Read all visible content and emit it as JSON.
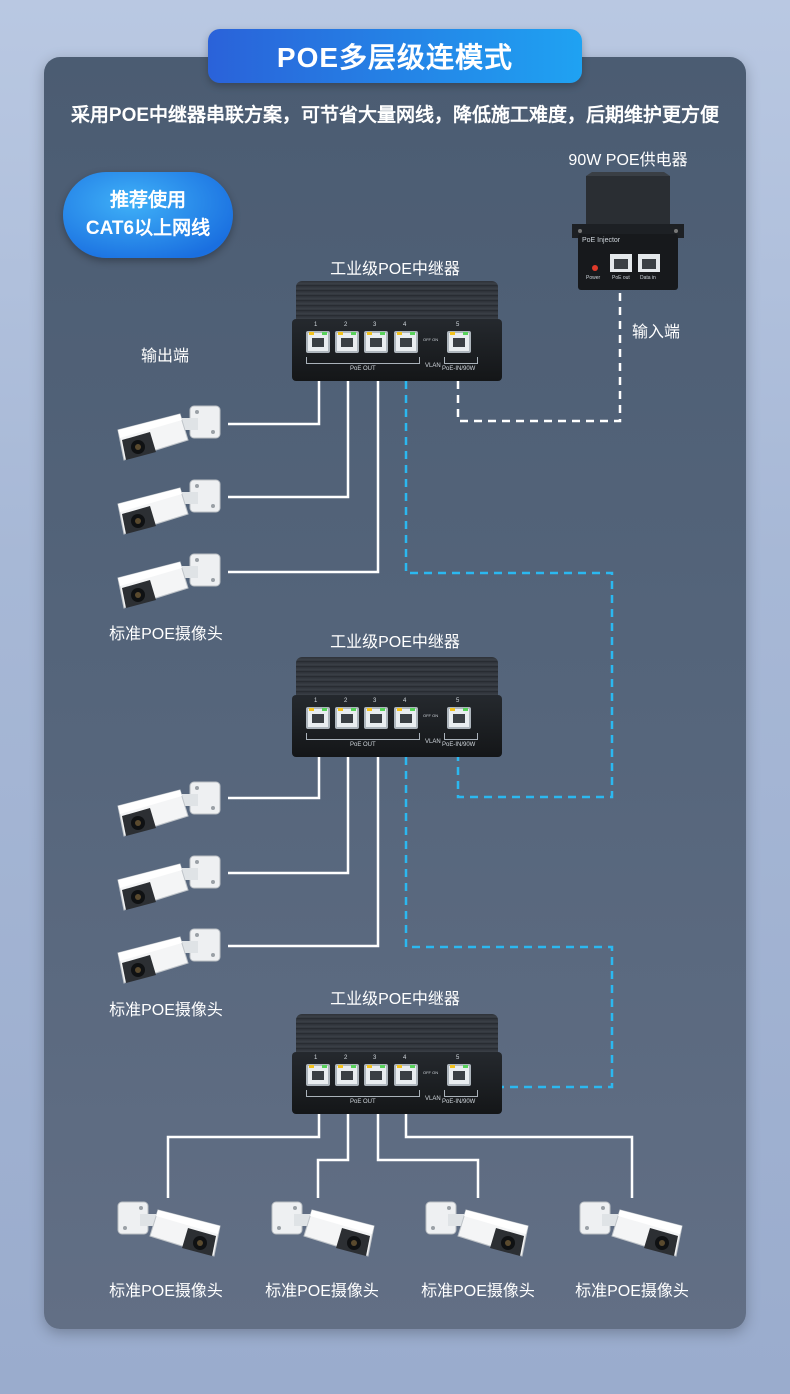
{
  "header": {
    "title": "POE多层级连模式",
    "subtitle": "采用POE中继器串联方案，可节省大量网线，降低施工难度，后期维护更方便"
  },
  "recommend_badge": {
    "line1": "推荐使用",
    "line2": "CAT6以上网线"
  },
  "injector": {
    "label": "90W POE供电器",
    "device_text": "PoE Injector",
    "power_text": "Power",
    "port_out_text": "PoE out",
    "port_in_text": "Data in",
    "input_label": "输入端"
  },
  "output_label": "输出端",
  "repeater": {
    "label": "工业级POE中继器",
    "port_numbers": [
      "1",
      "2",
      "3",
      "4",
      "5"
    ],
    "poe_out_text": "PoE OUT",
    "poe_in_text": "PoE-IN/90W",
    "vlan_text": "VLAN",
    "switch_text": "OFF ON"
  },
  "camera_label": "标准POE摄像头",
  "colors": {
    "accent_blue": "#1fa2f2",
    "dashed_link": "#2bb8f0",
    "cable_white": "#ffffff",
    "panel_bg": "#55657b"
  }
}
